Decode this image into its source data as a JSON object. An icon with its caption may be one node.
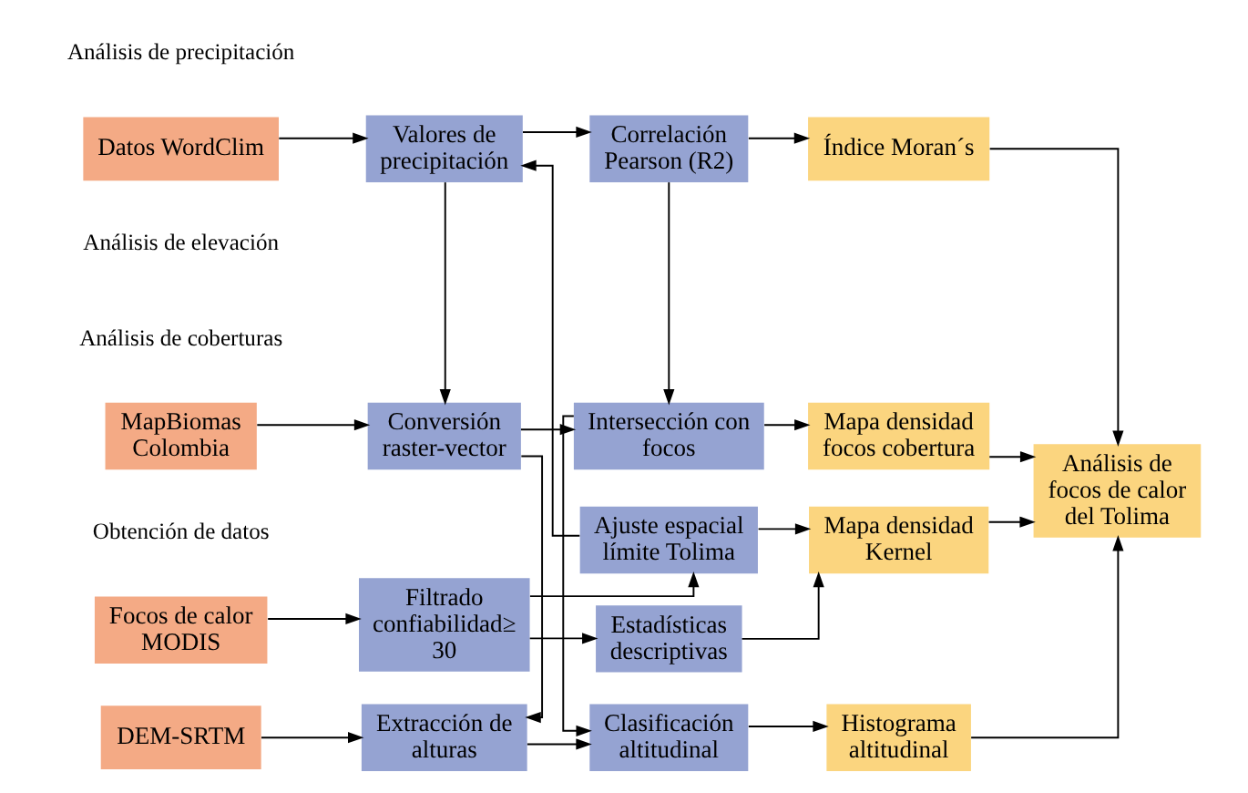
{
  "diagram": {
    "nodes": [
      {
        "text": [
          "Focos de calor",
          "MODIS"
        ]
      },
      {
        "text": [
          "Filtrado confiabilidad≥ 30"
        ]
      },
      {
        "text": [
          "Ajuste espacial límite Tolima"
        ]
      },
      {
        "text": [
          "Mapa densidad Kernel"
        ]
      },
      {
        "text": [
          "Estadísticas descriptivas"
        ]
      },
      {
        "text": [
          "Análisis de focos de calor del Tolima"
        ]
      },
      {
        "text": [
          "Datos WordClim"
        ]
      },
      {
        "text": [
          "Valores de precipitación"
        ]
      },
      {
        "text": [
          "Correlación Pearson (R2)"
        ]
      },
      {
        "text": [
          "Índice Moran´s"
        ]
      },
      {
        "text": [
          "MapBiomas Colombia"
        ]
      },
      {
        "text": [
          "Conversión raster-vector"
        ]
      },
      {
        "text": [
          "Intersección con focos"
        ]
      },
      {
        "text": [
          "Mapa densidad focos cobertura"
        ]
      },
      {
        "text": [
          "DEM-SRTM"
        ]
      },
      {
        "text": [
          "Extracción de alturas"
        ]
      },
      {
        "text": [
          "Clasificación altitudinal"
        ]
      },
      {
        "text": [
          "Histograma altitudinal"
        ]
      }
    ],
    "edges": [
      {
        "from": 0,
        "to": 1,
        "arrow": "to"
      },
      {
        "from": 1,
        "to": 2,
        "arrow": "to"
      },
      {
        "from": 2,
        "to": 3,
        "arrow": "to"
      },
      {
        "from": 1,
        "to": 4,
        "arrow": "to"
      },
      {
        "from": 2,
        "to": 7,
        "arrow": "to"
      },
      {
        "from": 4,
        "to": 3,
        "arrow": "to"
      },
      {
        "from": 3,
        "to": 5,
        "arrow": "to"
      },
      {
        "from": 6,
        "to": 7,
        "arrow": "to"
      },
      {
        "from": 7,
        "to": 8,
        "arrow": "to"
      },
      {
        "from": 8,
        "to": 9,
        "arrow": "to"
      },
      {
        "from": 9,
        "to": 5,
        "arrow": "to"
      },
      {
        "from": 7,
        "to": 11,
        "arrow": "to"
      },
      {
        "from": 8,
        "to": 12,
        "arrow": "to"
      },
      {
        "from": 10,
        "to": 11,
        "arrow": "to"
      },
      {
        "from": 11,
        "to": 12,
        "arrow": "to"
      },
      {
        "from": 12,
        "to": 13,
        "arrow": "to"
      },
      {
        "from": 13,
        "to": 5,
        "arrow": "to"
      },
      {
        "from": 11,
        "to": 15,
        "arrow": "to"
      },
      {
        "from": 12,
        "to": 16,
        "arrow": "to"
      },
      {
        "from": 14,
        "to": 15,
        "arrow": "to"
      },
      {
        "from": 15,
        "to": 16,
        "arrow": "to"
      },
      {
        "from": 16,
        "to": 17,
        "arrow": "to"
      },
      {
        "from": 17,
        "to": 5,
        "arrow": "to"
      }
    ],
    "labels": [
      "Obtención de datos",
      "Análisis de precipitación",
      "Análisis de coberturas",
      "Análisis de elevación"
    ]
  }
}
